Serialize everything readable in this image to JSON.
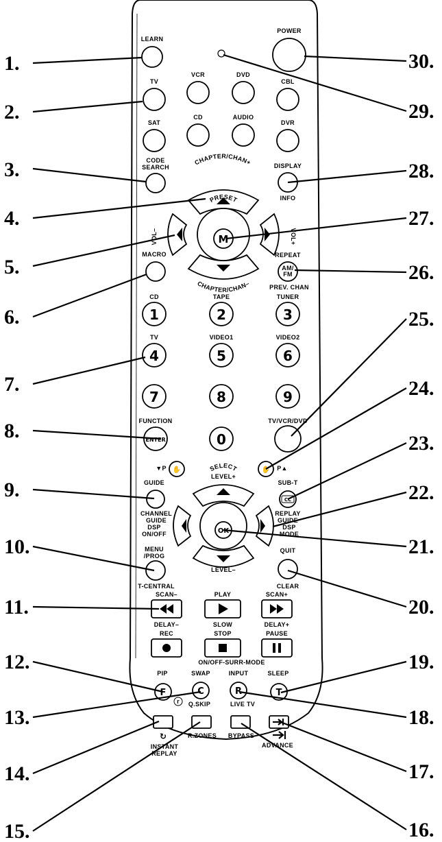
{
  "diagram": {
    "callouts": [
      "1.",
      "2.",
      "3.",
      "4.",
      "5.",
      "6.",
      "7.",
      "8.",
      "9.",
      "10.",
      "11.",
      "12.",
      "13.",
      "14.",
      "15.",
      "16.",
      "17.",
      "18.",
      "19.",
      "20.",
      "21.",
      "22.",
      "23.",
      "24.",
      "25.",
      "26.",
      "27.",
      "28.",
      "29.",
      "30."
    ],
    "labels": {
      "learn": "LEARN",
      "power": "POWER",
      "tv": "TV",
      "vcr": "VCR",
      "dvd": "DVD",
      "cbl": "CBL",
      "sat": "SAT",
      "cd": "CD",
      "audio": "AUDIO",
      "dvr": "DVR",
      "code_search_1": "CODE",
      "code_search_2": "SEARCH",
      "display": "DISPLAY",
      "info": "INFO",
      "chapter_chan_plus": "CHAPTER/CHAN+",
      "chapter_chan_minus": "CHAPTER/CHAN–",
      "vol_minus": "VOL–",
      "vol_plus": "VOL+",
      "preset": "PRESET",
      "m_key": "M",
      "macro": "MACRO",
      "repeat": "REPEAT",
      "am": "AM/",
      "fm": "FM",
      "prev_chan": "PREV. CHAN",
      "cd2": "CD",
      "tape": "TAPE",
      "tuner": "TUNER",
      "tv2": "TV",
      "video1": "VIDEO1",
      "video2": "VIDEO2",
      "function": "FUNCTION",
      "tv_vcr_dvd": "TV/VCR/DVD",
      "enter": "ENTER",
      "p_down": "▼P",
      "p_up": "P▲",
      "guide": "GUIDE",
      "channel": "CHANNEL",
      "guide2": "GUIDE",
      "level_plus": "LEVEL+",
      "level_minus": "LEVEL–",
      "sub_t": "SUB-T",
      "cc": "CC",
      "replay": "REPLAY",
      "guide3": "GUIDE",
      "dsp": "DSP",
      "on_off": "ON/OFF",
      "dsp2": "DSP",
      "mode": "MODE",
      "select": "SELECT",
      "ok": "OK",
      "menu": "MENU",
      "prog": "/PROG",
      "t_central": "T-CENTRAL",
      "quit": "QUIT",
      "clear": "CLEAR",
      "scan_minus": "SCAN–",
      "play": "PLAY",
      "scan_plus": "SCAN+",
      "delay_minus": "DELAY–",
      "slow": "SLOW",
      "delay_plus": "DELAY+",
      "rec": "REC",
      "stop": "STOP",
      "pause": "PAUSE",
      "surr_mode": "ON/OFF-SURR-MODE",
      "pip": "PIP",
      "swap": "SWAP",
      "input": "INPUT",
      "sleep": "SLEEP",
      "key_f": "F",
      "key_c": "C",
      "key_r": "R",
      "key_t": "T",
      "q_skip": "Q.SKIP",
      "live_tv": "LIVE TV",
      "r_small": "r",
      "instant": "INSTANT",
      "replay2": "REPLAY",
      "r_zones": "R.ZONES",
      "bypass": "BYPASS",
      "advance": "ADVANCE"
    },
    "digits": [
      "1",
      "2",
      "3",
      "4",
      "5",
      "6",
      "7",
      "8",
      "9",
      "0"
    ]
  }
}
